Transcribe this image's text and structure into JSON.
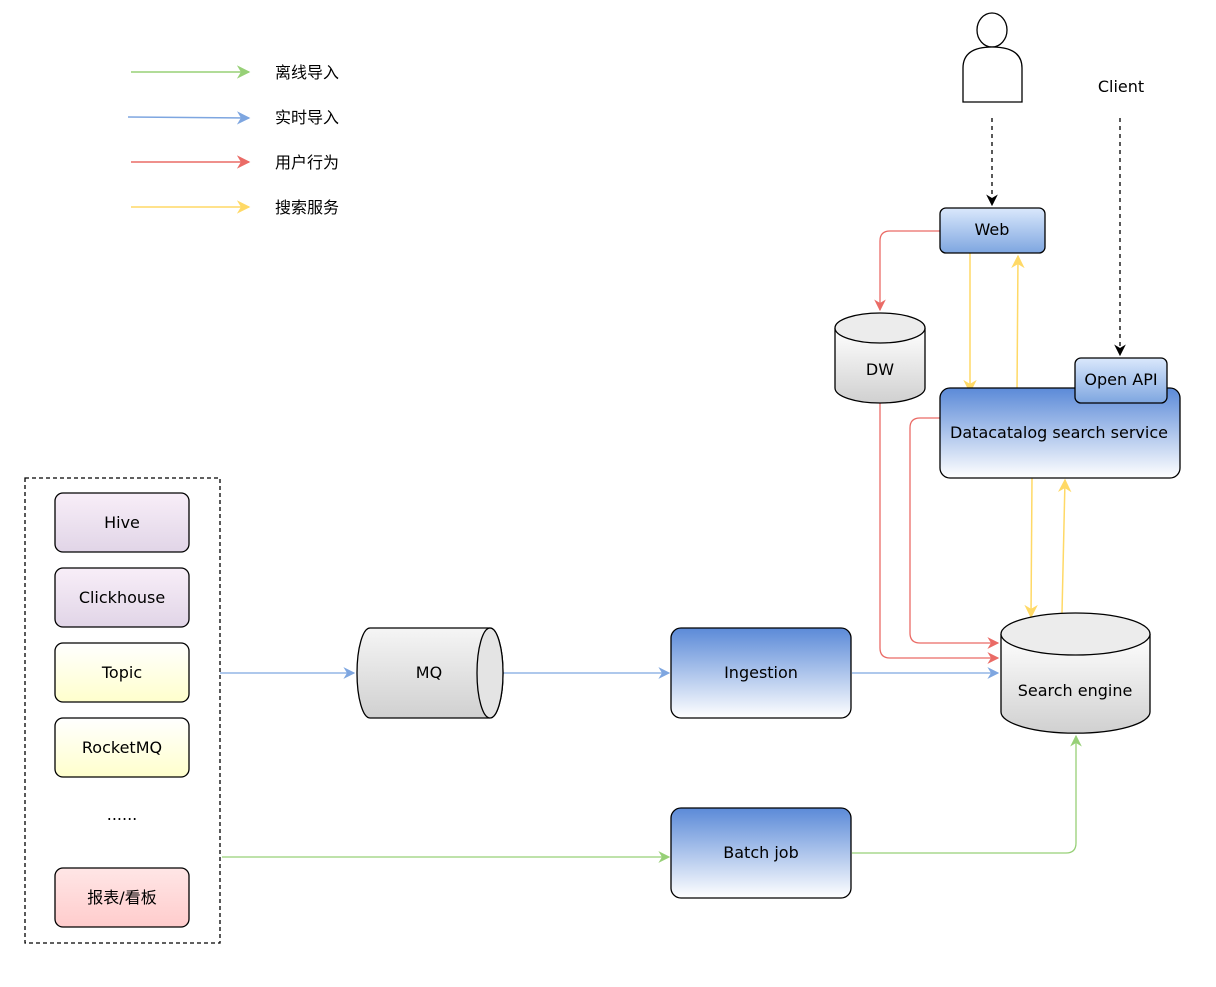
{
  "legend": [
    {
      "label": "离线导入",
      "color": "#97d077"
    },
    {
      "label": "实时导入",
      "color": "#7ea6e0"
    },
    {
      "label": "用户行为",
      "color": "#ea6b66"
    },
    {
      "label": "搜索服务",
      "color": "#ffd966"
    }
  ],
  "actors": {
    "user_icon": "person-icon",
    "client_label": "Client"
  },
  "nodes": {
    "web": "Web",
    "dw": "DW",
    "open_api": "Open API",
    "datacatalog": "Datacatalog search service",
    "mq": "MQ",
    "ingestion": "Ingestion",
    "search_engine": "Search engine",
    "batch_job": "Batch job"
  },
  "sources": [
    {
      "label": "Hive",
      "style": "purple"
    },
    {
      "label": "Clickhouse",
      "style": "purple"
    },
    {
      "label": "Topic",
      "style": "yellow"
    },
    {
      "label": "RocketMQ",
      "style": "yellow"
    },
    {
      "label": "......",
      "style": "none"
    },
    {
      "label": "报表/看板",
      "style": "red"
    }
  ],
  "colors": {
    "offline": "#97d077",
    "realtime": "#7ea6e0",
    "user": "#ea6b66",
    "search": "#ffd966"
  }
}
